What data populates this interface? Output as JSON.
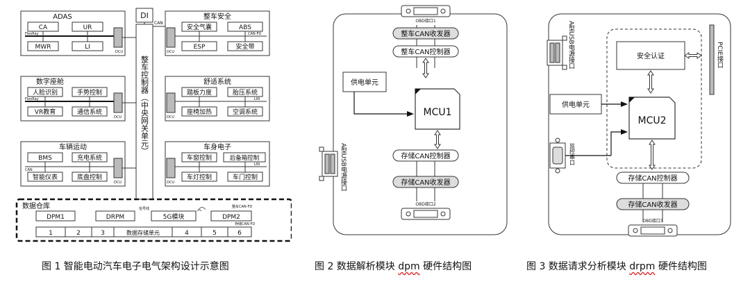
{
  "fig1": {
    "di": "DI",
    "can": "CAN",
    "can_fd": "CAN-FD",
    "flexray": "FlexRay",
    "lin": "LIN",
    "dcu": "DCU",
    "gateway": "整车控制器（中央网关单元）",
    "adas": {
      "title": "ADAS",
      "items": [
        "CA",
        "UR",
        "MWR",
        "LI"
      ]
    },
    "safety": {
      "title": "整车安全",
      "items": [
        "安全气囊",
        "ABS",
        "ESP",
        "安全带"
      ]
    },
    "cockpit": {
      "title": "数字座舱",
      "items": [
        "人脸识别",
        "手势控制",
        "VR教育",
        "通信系统"
      ]
    },
    "comfort": {
      "title": "舒适系统",
      "items": [
        "踏板力度",
        "胎压系统",
        "座椅加热",
        "空调系统"
      ]
    },
    "motion": {
      "title": "车辆运动",
      "items": [
        "BMS",
        "充电系统",
        "智能仪表",
        "底盘控制"
      ]
    },
    "body": {
      "title": "车身电子",
      "items": [
        "车窗控制",
        "后备箱控制",
        "车灯控制",
        "车门控制"
      ]
    },
    "warehouse": {
      "title": "数据仓库",
      "dpm1": "DPM1",
      "drpm": "DRPM",
      "g5": "5G模块",
      "dpm2": "DPM2",
      "sig": "信号线",
      "vehicle_canfd": "整车CAN-FD",
      "storage_canfd": "存储CAN-FD",
      "cells": [
        "1",
        "2",
        "3",
        "数据存储单元",
        "4",
        "5",
        "6"
      ]
    }
  },
  "fig2": {
    "obd1": "OBD接口1",
    "obd2": "OBD接口2",
    "vehicle_transceiver": "整车CAN收发器",
    "vehicle_controller": "整车CAN控制器",
    "power": "供电单元",
    "mcu": "MCU1",
    "storage_controller": "存储CAN控制器",
    "storage_transceiver": "存储CAN收发器",
    "usb": "A型USB电源接口"
  },
  "fig3": {
    "usb": "A型USB电源接口",
    "auth": "安全认证",
    "pcie": "PCIE接口",
    "power": "供电单元",
    "mcu": "MCU2",
    "monitor": "监控串口",
    "storage_controller": "存储CAN控制器",
    "storage_transceiver": "存储CAN收发器",
    "obd3": "OBD接口3"
  },
  "captions": {
    "c1": "图 1  智能电动汽车电子电气架构设计示意图",
    "c2_pre": "图 2  数据解析模块 ",
    "c2_em": "dpm",
    "c2_post": " 硬件结构图",
    "c3_pre": "图 3  数据请求分析模块 ",
    "c3_em": "drpm",
    "c3_post": " 硬件结构图"
  }
}
